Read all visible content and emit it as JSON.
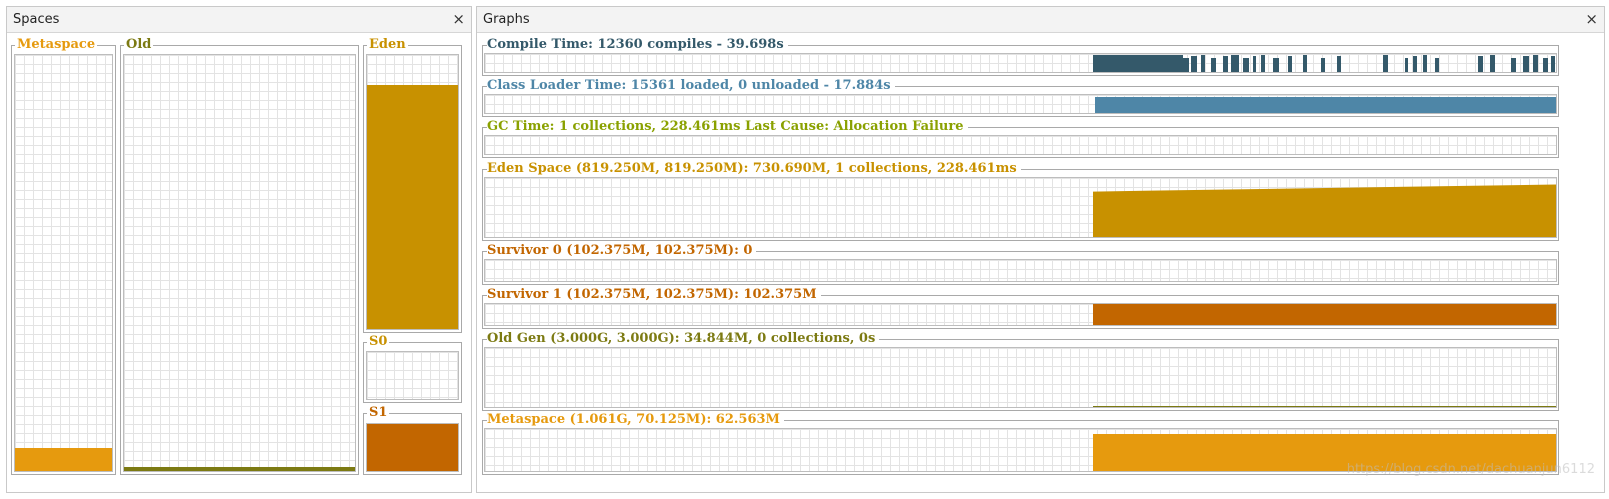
{
  "spaces_panel": {
    "title": "Spaces",
    "close": "×",
    "metaspace": {
      "label": "Metaspace",
      "color": "#e69a0e",
      "fill_fraction": 0.055
    },
    "old": {
      "label": "Old",
      "color": "#7c7a12",
      "fill_fraction": 0.011
    },
    "eden": {
      "label": "Eden",
      "color": "#c89100",
      "fill_fraction": 0.892
    },
    "s0": {
      "label": "S0",
      "color": "#c89100",
      "fill_fraction": 0.0
    },
    "s1": {
      "label": "S1",
      "color": "#c26600",
      "fill_fraction": 1.0
    }
  },
  "graphs_panel": {
    "title": "Graphs",
    "close": "×",
    "graphs": [
      {
        "key": "compile",
        "label": "Compile Time: 12360 compiles - 39.698s",
        "color": "#34596a"
      },
      {
        "key": "classloader",
        "label": "Class Loader Time: 15361 loaded, 0 unloaded - 17.884s",
        "color": "#4e86a7"
      },
      {
        "key": "gc",
        "label": "GC Time: 1 collections, 228.461ms Last Cause: Allocation Failure",
        "color": "#8aa100"
      },
      {
        "key": "eden",
        "label": "Eden Space (819.250M, 819.250M): 730.690M, 1 collections, 228.461ms",
        "color": "#c89100",
        "level_start": 0.77,
        "level_end": 0.89
      },
      {
        "key": "s0",
        "label": "Survivor 0 (102.375M, 102.375M): 0",
        "color": "#c26600",
        "level": 0.0
      },
      {
        "key": "s1",
        "label": "Survivor 1 (102.375M, 102.375M): 102.375M",
        "color": "#c26600",
        "level": 1.0
      },
      {
        "key": "old",
        "label": "Old Gen (3.000G, 3.000G): 34.844M, 0 collections, 0s",
        "color": "#7c7a12",
        "level": 0.011
      },
      {
        "key": "metaspace",
        "label": "Metaspace (1.061G, 70.125M): 62.563M",
        "color": "#e69a0e",
        "level": 0.892
      }
    ]
  },
  "watermark": "https://blog.csdn.net/dachuanjun6112"
}
